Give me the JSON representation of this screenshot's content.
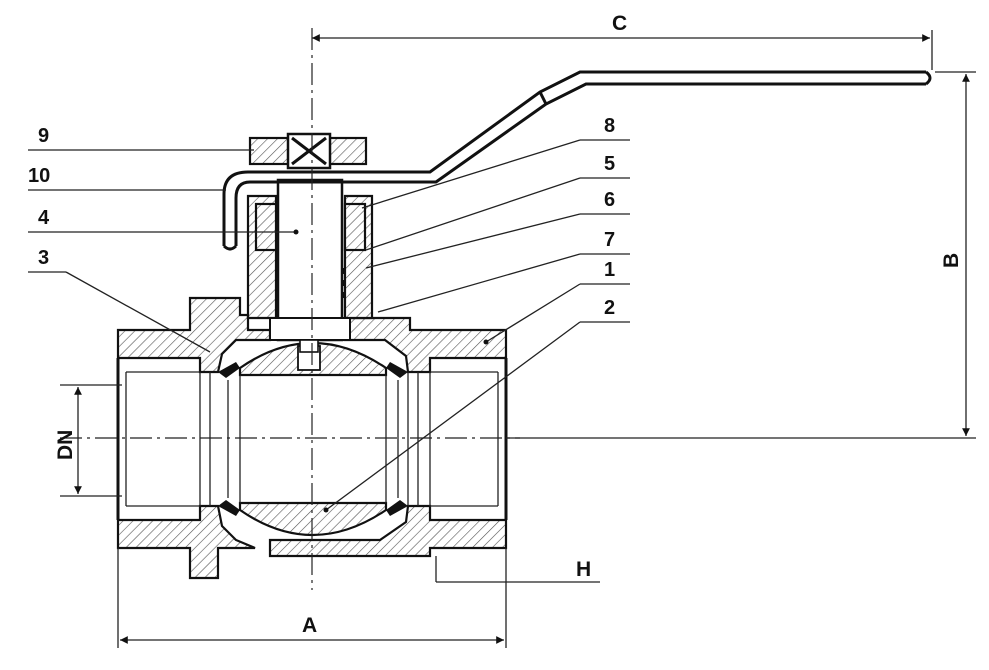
{
  "diagram": {
    "callouts": [
      {
        "id": "9",
        "text": "9"
      },
      {
        "id": "10",
        "text": "10"
      },
      {
        "id": "4",
        "text": "4"
      },
      {
        "id": "3",
        "text": "3"
      },
      {
        "id": "8",
        "text": "8"
      },
      {
        "id": "5",
        "text": "5"
      },
      {
        "id": "6",
        "text": "6"
      },
      {
        "id": "7",
        "text": "7"
      },
      {
        "id": "1",
        "text": "1"
      },
      {
        "id": "2",
        "text": "2"
      }
    ],
    "dimensions": {
      "A": "A",
      "B": "B",
      "C": "C",
      "DN": "DN",
      "H": "H"
    }
  }
}
